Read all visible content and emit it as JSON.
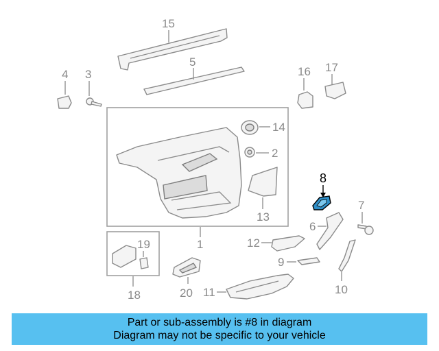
{
  "diagram": {
    "callouts": [
      "15",
      "5",
      "4",
      "3",
      "16",
      "17",
      "14",
      "2",
      "8",
      "13",
      "7",
      "6",
      "12",
      "9",
      "10",
      "19",
      "18",
      "1",
      "20",
      "11"
    ],
    "highlighted_part": "8",
    "highlight_color": "#2f8fc8",
    "frame_color": "#a0a0a0"
  },
  "banner": {
    "line1": "Part or sub-assembly is #8 in diagram",
    "line2": "Diagram may not be specific to your vehicle",
    "background": "#57c0f0"
  }
}
